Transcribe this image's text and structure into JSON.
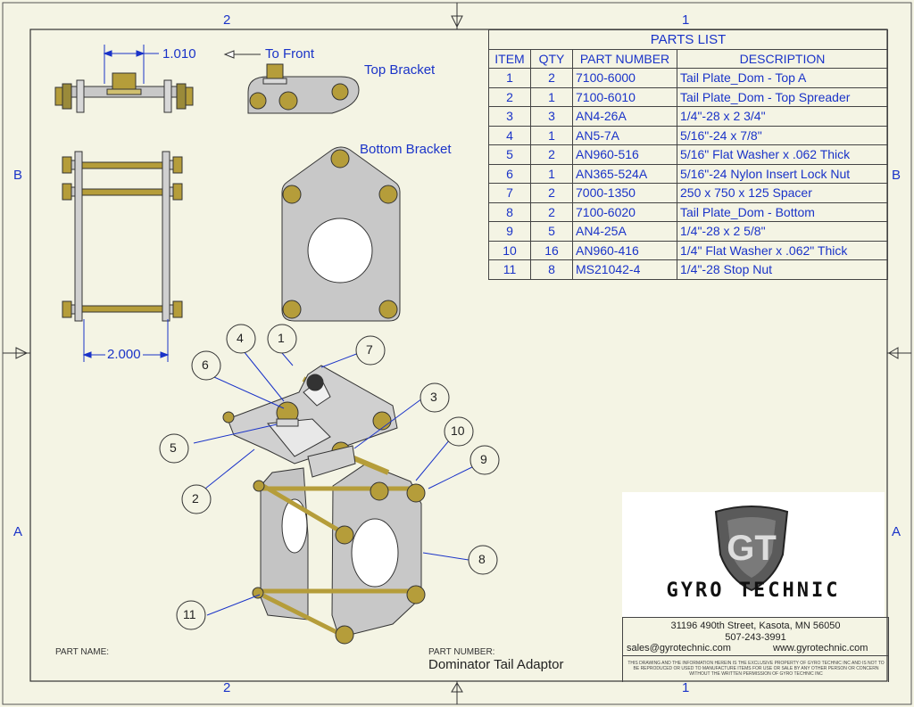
{
  "zones": {
    "top": [
      "2",
      "1"
    ],
    "bottom": [
      "2",
      "1"
    ],
    "side": [
      "B",
      "A"
    ]
  },
  "parts_list": {
    "title": "PARTS LIST",
    "headers": [
      "ITEM",
      "QTY",
      "PART NUMBER",
      "DESCRIPTION"
    ],
    "rows": [
      [
        "1",
        "2",
        "7100-6000",
        "Tail Plate_Dom - Top A"
      ],
      [
        "2",
        "1",
        "7100-6010",
        "Tail Plate_Dom - Top Spreader"
      ],
      [
        "3",
        "3",
        "AN4-26A",
        "1/4\"-28 x 2 3/4\""
      ],
      [
        "4",
        "1",
        "AN5-7A",
        "5/16\"-24 x 7/8\""
      ],
      [
        "5",
        "2",
        "AN960-516",
        "5/16\" Flat Washer x .062 Thick"
      ],
      [
        "6",
        "1",
        "AN365-524A",
        "5/16\"-24 Nylon Insert Lock Nut"
      ],
      [
        "7",
        "2",
        "7000-1350",
        "250 x 750 x 125 Spacer"
      ],
      [
        "8",
        "2",
        "7100-6020",
        "Tail Plate_Dom - Bottom"
      ],
      [
        "9",
        "5",
        "AN4-25A",
        "1/4\"-28 x 2 5/8\""
      ],
      [
        "10",
        "16",
        "AN960-416",
        "1/4\" Flat Washer x .062\" Thick"
      ],
      [
        "11",
        "8",
        "MS21042-4",
        "1/4\"-28 Stop Nut"
      ]
    ]
  },
  "views": {
    "top_bracket": "Top Bracket",
    "bottom_bracket": "Bottom Bracket",
    "to_front": "To Front",
    "dim_top": "1.010",
    "dim_side": "2.000"
  },
  "balloons": [
    "1",
    "2",
    "3",
    "4",
    "5",
    "6",
    "7",
    "8",
    "9",
    "10",
    "11"
  ],
  "title_block": {
    "company": "GYRO TECHNIC",
    "address": "31196 490th Street, Kasota, MN 56050",
    "phone": "507-243-3991",
    "email": "sales@gyrotechnic.com",
    "website": "www.gyrotechnic.com",
    "notice": "THIS DRAWING AND THE INFORMATION HEREIN IS THE EXCLUSIVE PROPERTY OF GYRO TECHNIC INC AND IS NOT TO BE REPRODUCED OR USED TO MANUFACTURE ITEMS FOR USE OR SALE BY ANY OTHER PERSON OR CONCERN WITHOUT THE WRITTEN PERMISSION OF GYRO TECHNIC INC",
    "part_name_label": "PART NAME:",
    "part_number_label": "PART NUMBER:",
    "part_number": "Dominator Tail Adaptor"
  },
  "colors": {
    "annotation": "#1a33c8",
    "paper": "#f4f4e4",
    "brass": "#b59d3a",
    "steel": "#bdbdbd"
  }
}
